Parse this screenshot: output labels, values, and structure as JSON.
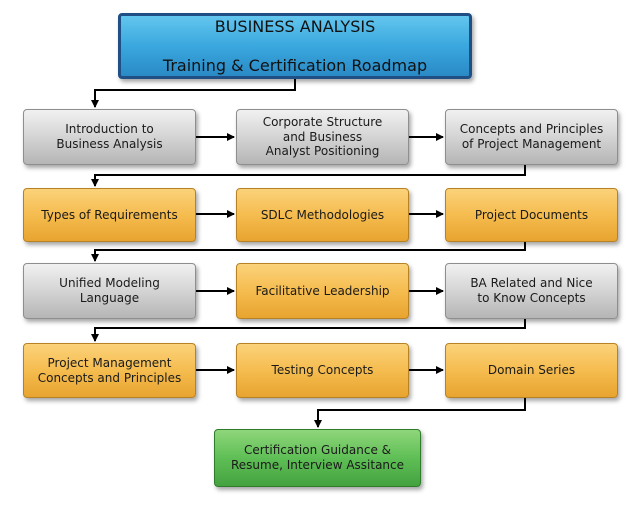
{
  "title": {
    "line1": "BUSINESS ANALYSIS",
    "line2": "Training & Certification Roadmap"
  },
  "rows": [
    {
      "boxes": [
        {
          "label": "Introduction to\nBusiness Analysis",
          "color": "gray"
        },
        {
          "label": "Corporate Structure\nand Business\nAnalyst Positioning",
          "color": "gray"
        },
        {
          "label": "Concepts and Principles\nof Project Management",
          "color": "gray"
        }
      ]
    },
    {
      "boxes": [
        {
          "label": "Types of Requirements",
          "color": "orange"
        },
        {
          "label": "SDLC Methodologies",
          "color": "orange"
        },
        {
          "label": "Project Documents",
          "color": "orange"
        }
      ]
    },
    {
      "boxes": [
        {
          "label": "Unified Modeling\nLanguage",
          "color": "gray"
        },
        {
          "label": "Facilitative Leadership",
          "color": "orange"
        },
        {
          "label": "BA Related and Nice\nto Know Concepts",
          "color": "gray"
        }
      ]
    },
    {
      "boxes": [
        {
          "label": "Project Management\nConcepts and Principles",
          "color": "orange"
        },
        {
          "label": "Testing Concepts",
          "color": "orange"
        },
        {
          "label": "Domain Series",
          "color": "orange"
        }
      ]
    }
  ],
  "final": {
    "label": "Certification Guidance &\nResume, Interview Assitance",
    "color": "green"
  },
  "colors": {
    "title_blue": "#3aa8de",
    "gray": "#d0d0d0",
    "orange": "#f5bc4f",
    "green": "#5fbf56",
    "connector": "#000000"
  }
}
